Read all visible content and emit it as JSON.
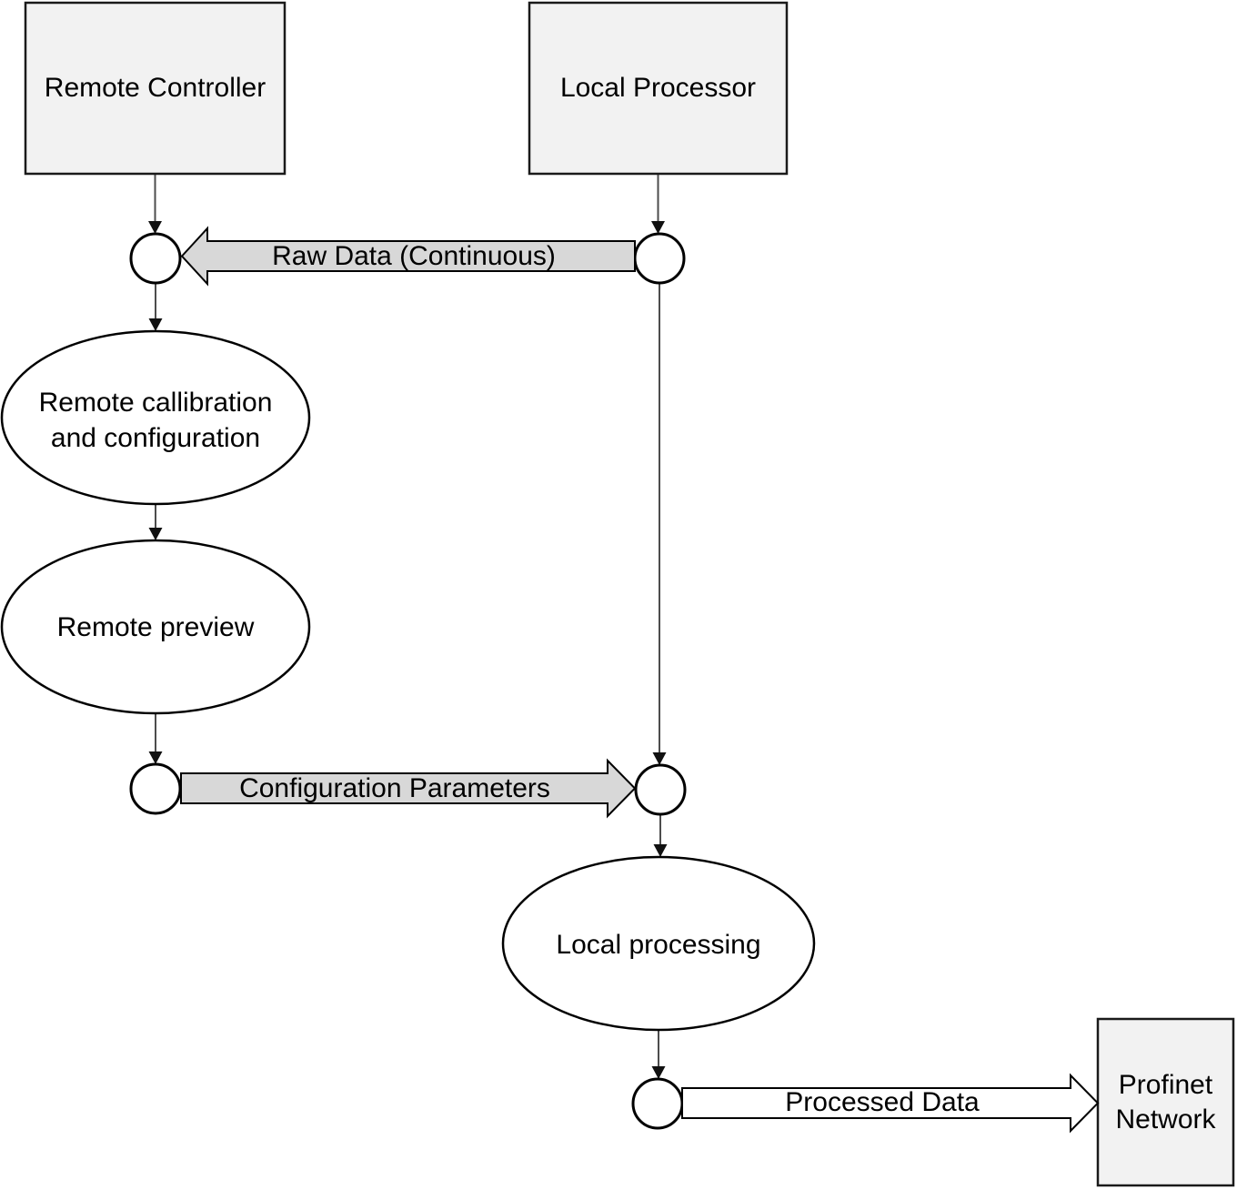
{
  "colors": {
    "background": "#ffffff",
    "node_fill": "#f2f2f2",
    "shape_stroke": "#000000",
    "flow_gray_fill": "#d8d8d8",
    "flow_white_fill": "#ffffff",
    "text": "#000000"
  },
  "nodes": {
    "remote_controller": {
      "label": "Remote Controller"
    },
    "local_processor": {
      "label": "Local Processor"
    },
    "remote_calibration": {
      "line1": "Remote callibration",
      "line2": "and configuration"
    },
    "remote_preview": {
      "label": "Remote preview"
    },
    "local_processing": {
      "label": "Local processing"
    },
    "profinet_network": {
      "line1": "Profinet",
      "line2": "Network"
    }
  },
  "flows": {
    "raw_data": {
      "label": "Raw Data (Continuous)",
      "direction": "left",
      "style": "gray"
    },
    "config_params": {
      "label": "Configuration Parameters",
      "direction": "right",
      "style": "gray"
    },
    "processed_data": {
      "label": "Processed Data",
      "direction": "right",
      "style": "white"
    }
  }
}
